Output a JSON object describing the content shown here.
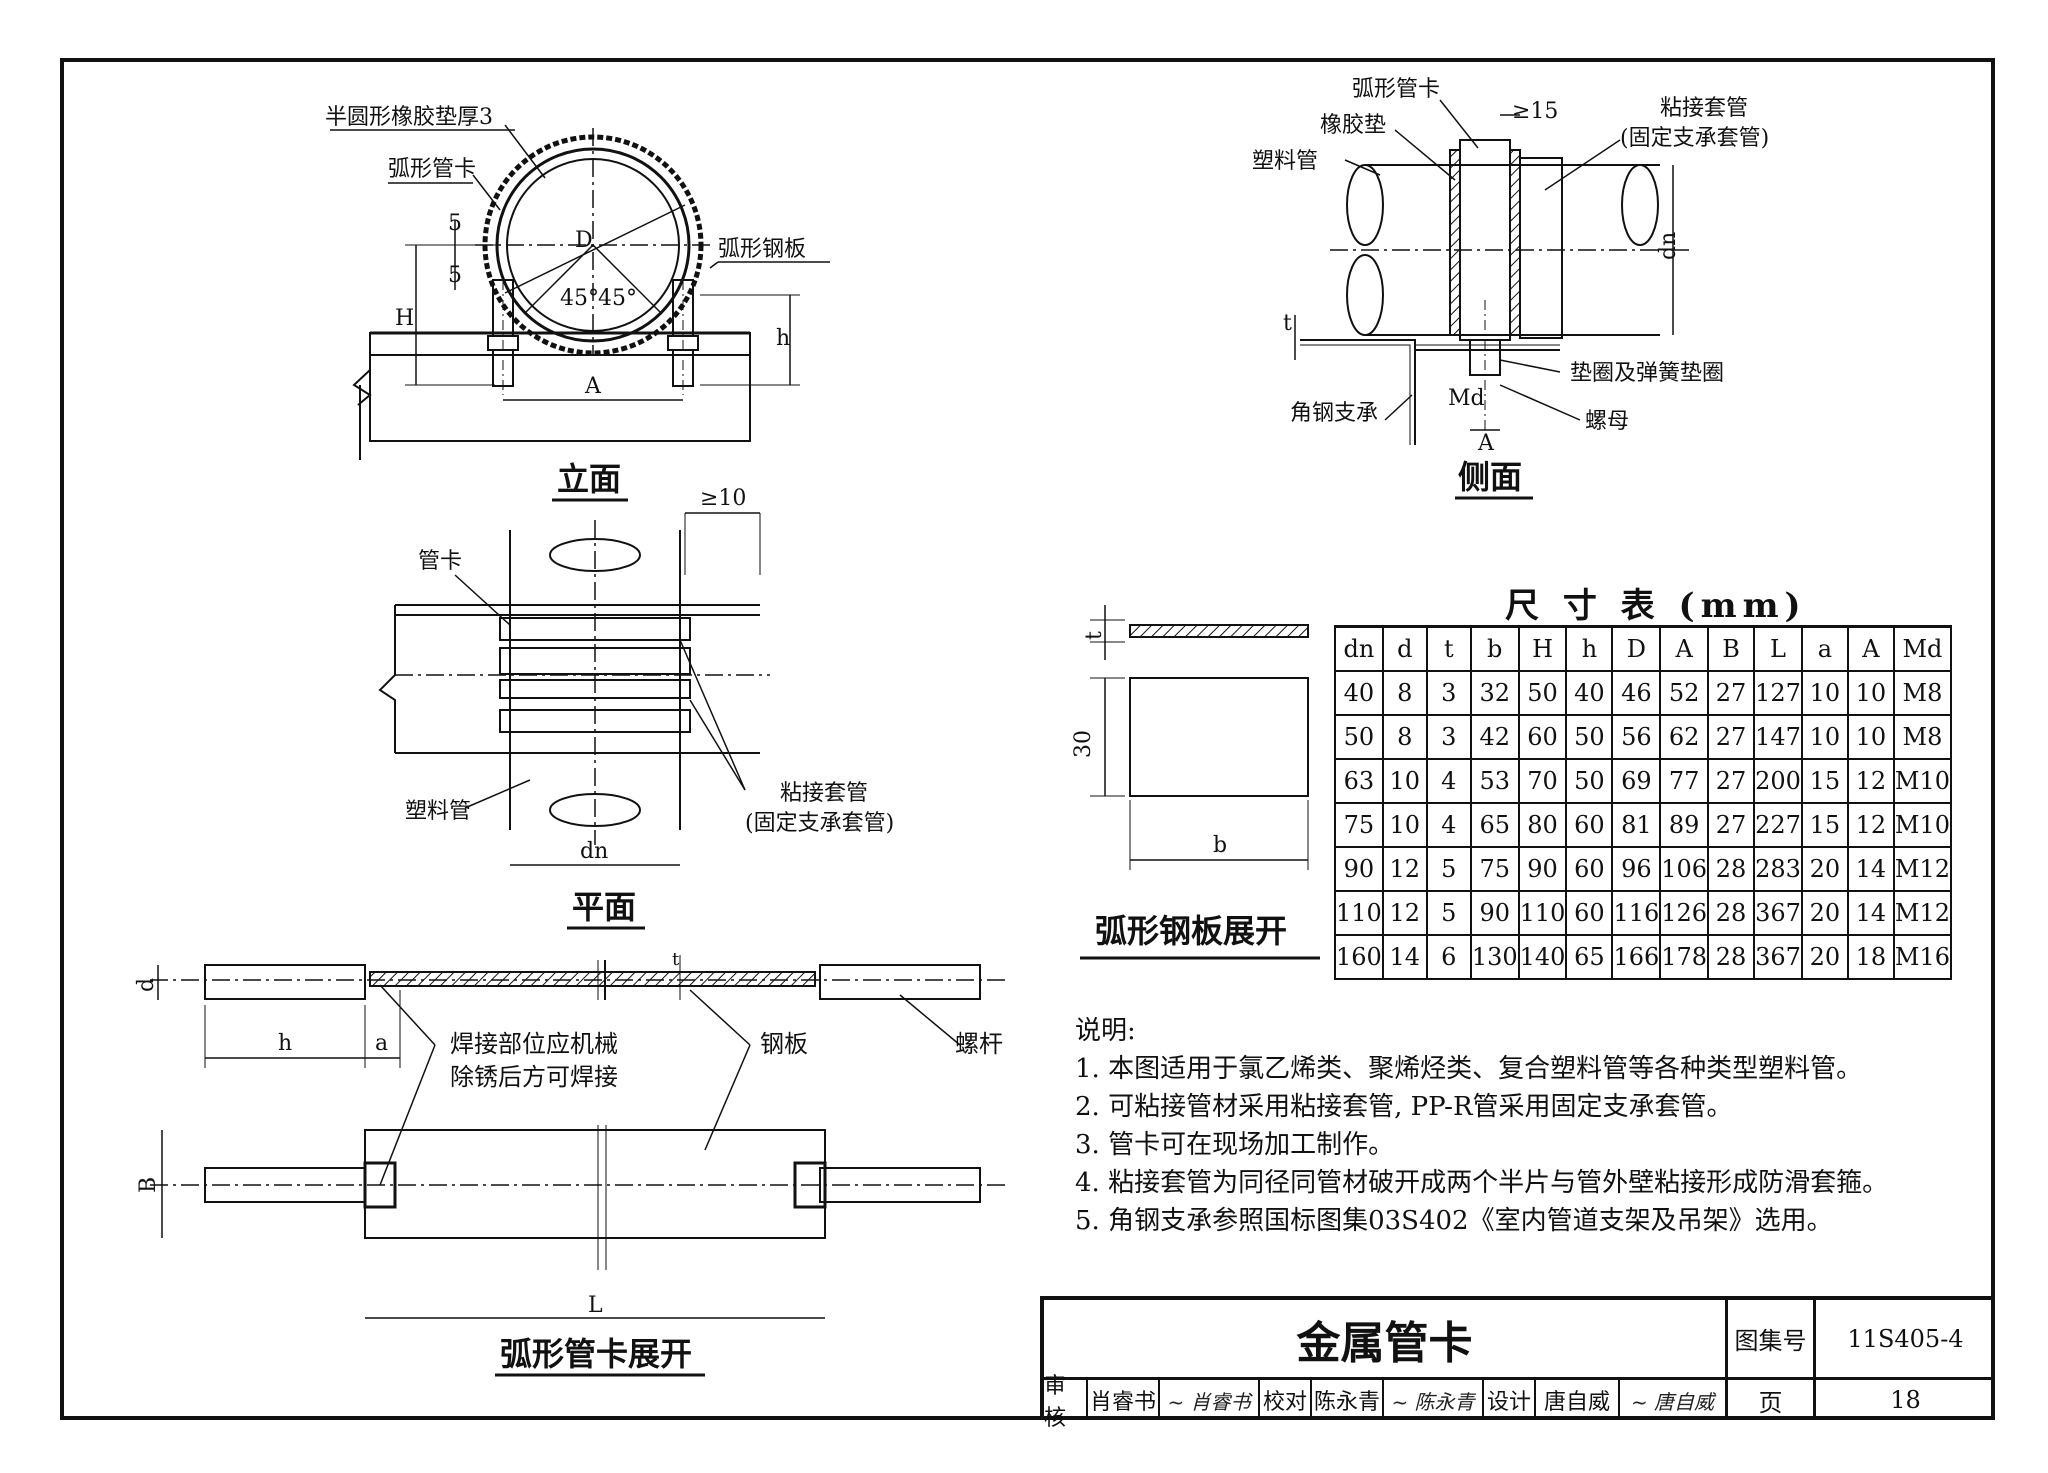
{
  "elevation": {
    "label": "立面",
    "rubber_pad_label": "半圆形橡胶垫厚3",
    "clamp_label": "弧形管卡",
    "steel_plate_label": "弧形钢板",
    "dim_5a": "5",
    "dim_5b": "5",
    "dim_H": "H",
    "dim_h": "h",
    "dim_A": "A",
    "dim_D": "D",
    "angle_left": "45°",
    "angle_right": "45°"
  },
  "side": {
    "label": "侧面",
    "clamp_label": "弧形管卡",
    "rubber_label": "橡胶垫",
    "plastic_pipe_label": "塑料管",
    "gap_label": "≥15",
    "sleeve_label": "粘接套管",
    "sleeve_note": "(固定支承套管)",
    "dim_dn": "dn",
    "dim_t": "t",
    "washer_label": "垫圈及弹簧垫圈",
    "angle_label": "角钢支承",
    "dim_Md": "Md",
    "dim_A": "A",
    "nut_label": "螺母"
  },
  "plan": {
    "label": "平面",
    "clamp_label": "管卡",
    "gap_label": "≥10",
    "plastic_pipe_label": "塑料管",
    "sleeve_label": "粘接套管",
    "sleeve_note": "(固定支承套管)",
    "dim_dn": "dn"
  },
  "development": {
    "label": "弧形管卡展开",
    "dim_d": "d",
    "dim_h": "h",
    "dim_a": "a",
    "dim_t": "t",
    "weld_note_1": "焊接部位应机械",
    "weld_note_2": "除锈后方可焊接",
    "steel_label": "钢板",
    "bolt_label": "螺杆",
    "dim_B": "B",
    "dim_L": "L"
  },
  "plate": {
    "label": "弧形钢板展开",
    "dim_t": "t",
    "dim_30": "30",
    "dim_b": "b"
  },
  "size_table": {
    "title": "尺 寸 表 (mm)",
    "headers": [
      "dn",
      "d",
      "t",
      "b",
      "H",
      "h",
      "D",
      "A",
      "B",
      "L",
      "a",
      "A",
      "Md"
    ],
    "rows": [
      [
        "40",
        "8",
        "3",
        "32",
        "50",
        "40",
        "46",
        "52",
        "27",
        "127",
        "10",
        "10",
        "M8"
      ],
      [
        "50",
        "8",
        "3",
        "42",
        "60",
        "50",
        "56",
        "62",
        "27",
        "147",
        "10",
        "10",
        "M8"
      ],
      [
        "63",
        "10",
        "4",
        "53",
        "70",
        "50",
        "69",
        "77",
        "27",
        "200",
        "15",
        "12",
        "M10"
      ],
      [
        "75",
        "10",
        "4",
        "65",
        "80",
        "60",
        "81",
        "89",
        "27",
        "227",
        "15",
        "12",
        "M10"
      ],
      [
        "90",
        "12",
        "5",
        "75",
        "90",
        "60",
        "96",
        "106",
        "28",
        "283",
        "20",
        "14",
        "M12"
      ],
      [
        "110",
        "12",
        "5",
        "90",
        "110",
        "60",
        "116",
        "126",
        "28",
        "367",
        "20",
        "14",
        "M12"
      ],
      [
        "160",
        "14",
        "6",
        "130",
        "140",
        "65",
        "166",
        "178",
        "28",
        "367",
        "20",
        "18",
        "M16"
      ]
    ]
  },
  "notes": {
    "heading": "说明:",
    "items": [
      "1. 本图适用于氯乙烯类、聚烯烃类、复合塑料管等各种类型塑料管。",
      "2. 可粘接管材采用粘接套管, PP-R管采用固定支承套管。",
      "3. 管卡可在现场加工制作。",
      "4. 粘接套管为同径同管材破开成两个半片与管外壁粘接形成防滑套箍。",
      "5. 角钢支承参照国标图集03S402《室内管道支架及吊架》选用。"
    ]
  },
  "title_block": {
    "title": "金属管卡",
    "atlas_label": "图集号",
    "atlas_no": "11S405-4",
    "page_label": "页",
    "page_no": "18",
    "review_label": "审核",
    "reviewer": "肖睿书",
    "check_label": "校对",
    "checker": "陈永青",
    "design_label": "设计",
    "designer": "唐自威"
  }
}
